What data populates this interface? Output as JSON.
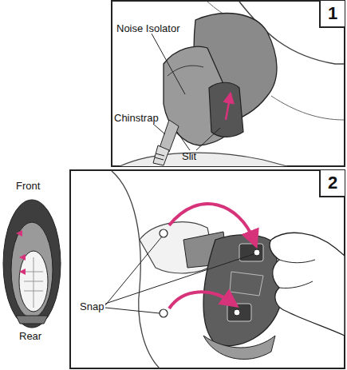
{
  "diagram": {
    "labels": [
      "Noise Isolator",
      "Chinstrap",
      "Slit",
      "1",
      "Front",
      "Rear",
      "2",
      "Snap"
    ]
  }
}
